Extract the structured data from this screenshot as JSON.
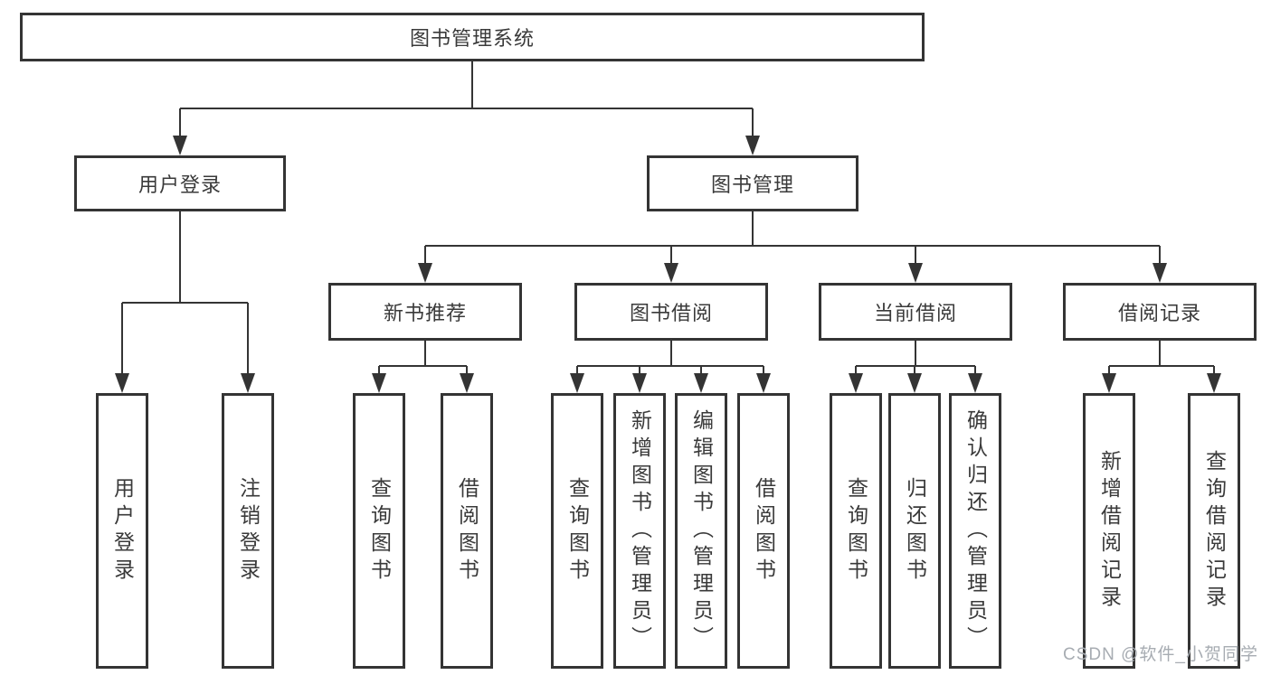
{
  "tree": {
    "label": "图书管理系统",
    "children": [
      {
        "label": "用户登录",
        "children": [
          {
            "label": "用户登录"
          },
          {
            "label": "注销登录"
          }
        ]
      },
      {
        "label": "图书管理",
        "children": [
          {
            "label": "新书推荐",
            "children": [
              {
                "label": "查询图书"
              },
              {
                "label": "借阅图书"
              }
            ]
          },
          {
            "label": "图书借阅",
            "children": [
              {
                "label": "查询图书"
              },
              {
                "label": "新增图书（管理员）"
              },
              {
                "label": "编辑图书（管理员）"
              },
              {
                "label": "借阅图书"
              }
            ]
          },
          {
            "label": "当前借阅",
            "children": [
              {
                "label": "查询图书"
              },
              {
                "label": "归还图书"
              },
              {
                "label": "确认归还（管理员）"
              }
            ]
          },
          {
            "label": "借阅记录",
            "children": [
              {
                "label": "新增借阅记录"
              },
              {
                "label": "查询借阅记录"
              }
            ]
          }
        ]
      }
    ]
  },
  "watermark": {
    "text": "CSDN @软件_小贺同学"
  },
  "colors": {
    "line": "#343434",
    "box_border": "#343434",
    "text": "#3a3a3a",
    "watermark": "#a7acb2",
    "background": "#ffffff"
  }
}
